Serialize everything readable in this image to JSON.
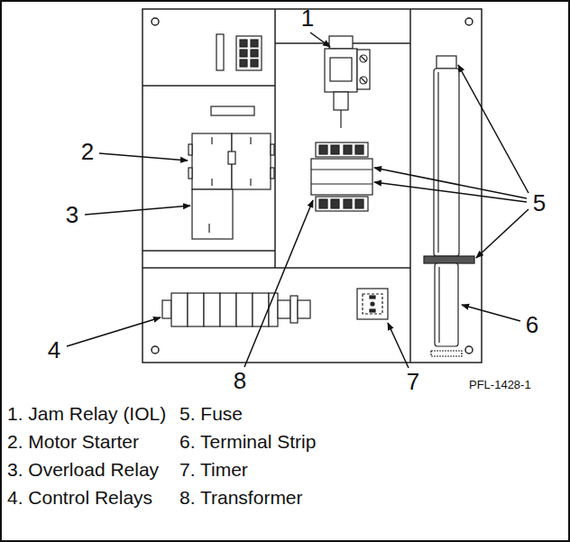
{
  "diagram": {
    "labels": [
      "1",
      "2",
      "3",
      "4",
      "5",
      "6",
      "7",
      "8",
      "PFL-1428-1",
      "1. Jam Relay (IOL)",
      "2. Motor Starter",
      "3. Overload Relay",
      "4. Control Relays",
      "5. Fuse",
      "6. Terminal Strip",
      "7. Timer",
      "8. Transformer"
    ]
  }
}
